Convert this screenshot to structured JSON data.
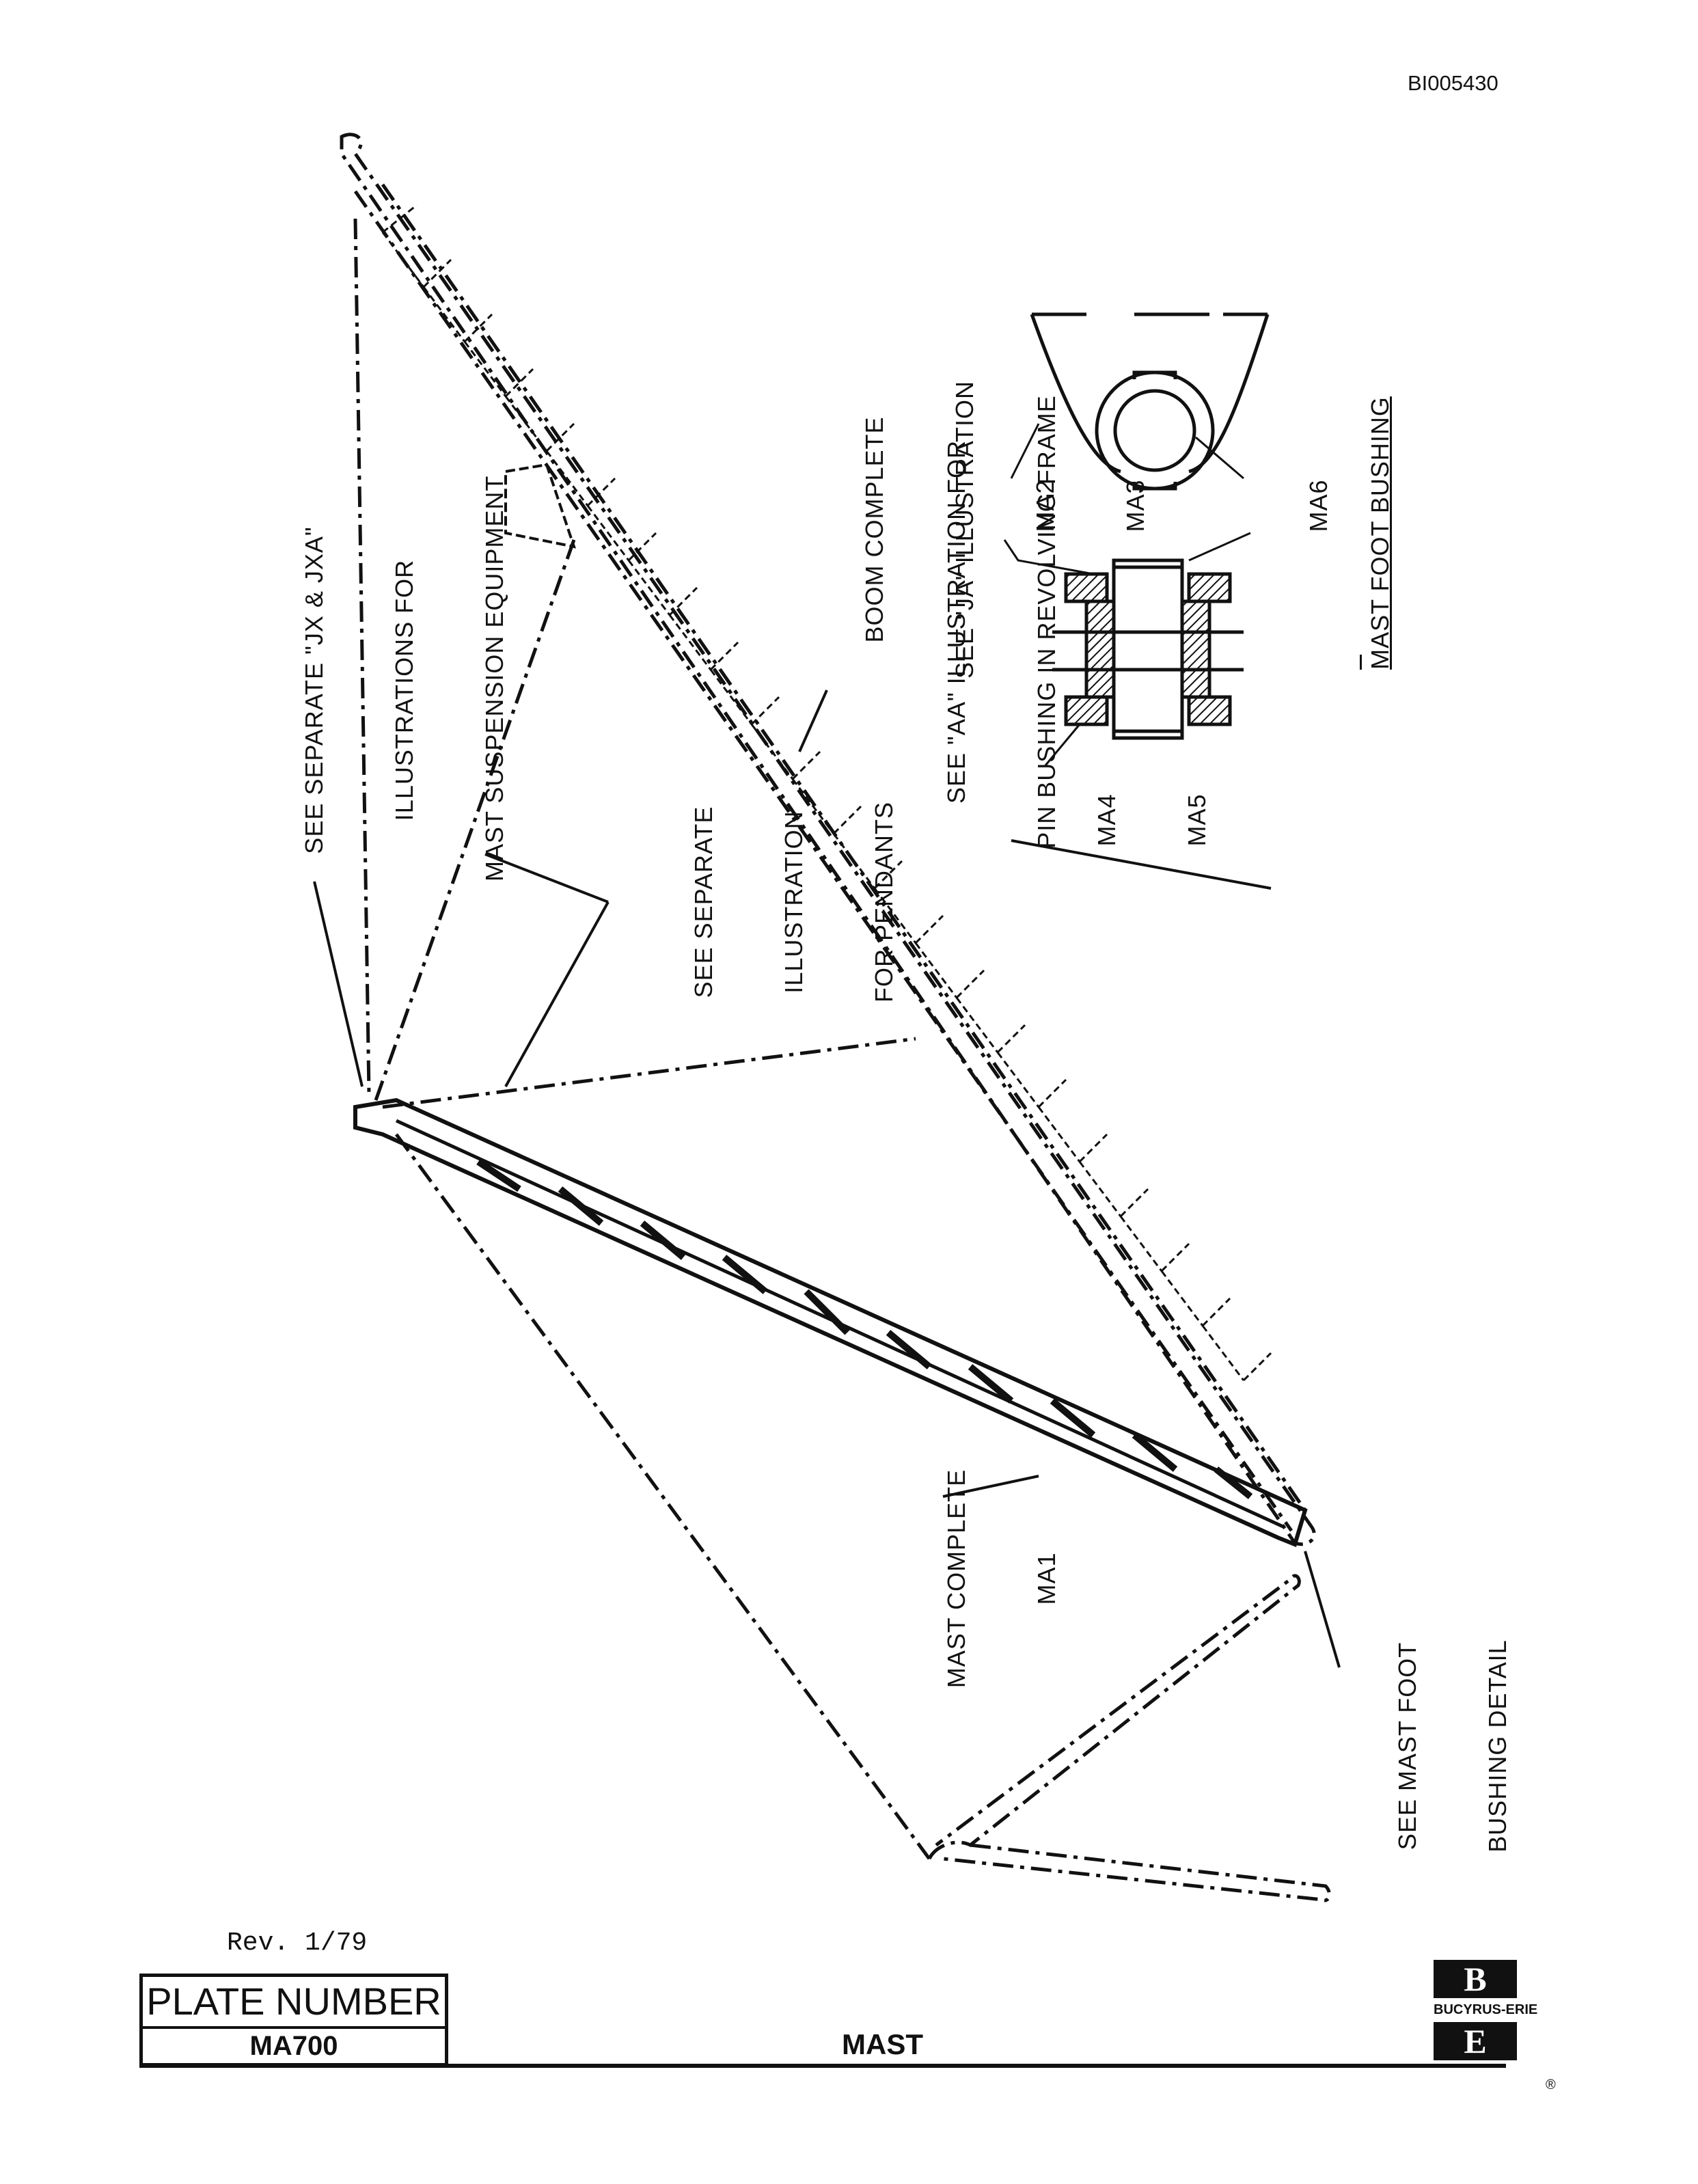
{
  "document": {
    "doc_id": "BI005430",
    "revision": "Rev.  1/79",
    "plate_label": "PLATE NUMBER",
    "plate_number": "MA700",
    "sheet_title": "MAST",
    "brand": "BUCYRUS-ERIE",
    "logo_top_letter": "B",
    "logo_bottom_letter": "E",
    "registered_mark": "®"
  },
  "callouts": {
    "mast_suspension": [
      "SEE SEPARATE \"JX & JXA\"",
      "ILLUSTRATIONS FOR",
      "MAST SUSPENSION EQUIPMENT"
    ],
    "pendants": [
      "SEE SEPARATE",
      "ILLUSTRATION",
      "FOR PENDANTS"
    ],
    "boom_complete": [
      "BOOM COMPLETE",
      "SEE \"JA\" ILLUSTRATION"
    ],
    "pin_bushing": [
      "SEE \"AA\" ILLUSTRATION FOR",
      "PIN BUSHING IN REVOLVING FRAME"
    ],
    "mast_complete": [
      "MAST COMPLETE",
      "MA1"
    ],
    "foot_bushing_detail": [
      "SEE MAST FOOT",
      "BUSHING DETAIL"
    ],
    "detail_title": "MAST FOOT BUSHING",
    "part_ma2_ma3": [
      "MA2",
      "MA3"
    ],
    "part_ma4_ma5": [
      "MA4",
      "MA5"
    ],
    "part_ma6": "MA6"
  }
}
